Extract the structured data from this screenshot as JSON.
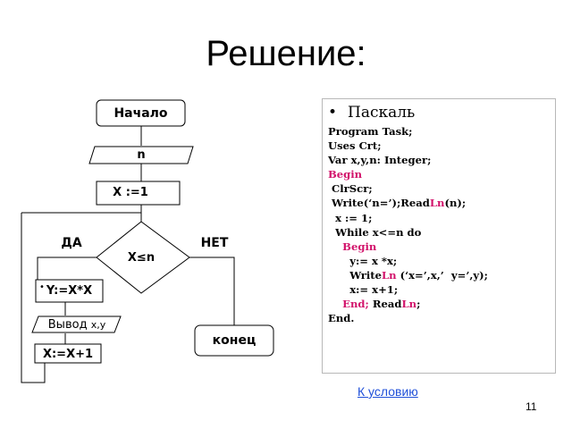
{
  "slide": {
    "title": "Решение:",
    "page_number": "11",
    "link_label": "К условию"
  },
  "flowchart": {
    "start": "Начало",
    "input": "n",
    "init": "X :=1",
    "condition": "X≤n",
    "yes_label": "ДА",
    "no_label": "НЕТ",
    "compute": "Y:=X*X",
    "output_prefix": "Вывод",
    "output_vars": "x,y",
    "increment": "X:=X+1",
    "end": "конец"
  },
  "code_panel": {
    "language": "Паскаль",
    "lines": [
      "Program Task;",
      "Uses Crt;",
      "Var x,y,n: Integer;",
      "Begin",
      " ClrScr;",
      " Write(‘n=’);ReadLn(n);",
      "  x := 1;",
      "  While x<=n do",
      "    Begin",
      "      y:= x *x;",
      "      WriteLn (‘x=’,x,’  y=’,y);",
      "      x:= x+1;",
      "    End; ReadLn;",
      "End."
    ],
    "keyword_color": "#d2136b"
  }
}
